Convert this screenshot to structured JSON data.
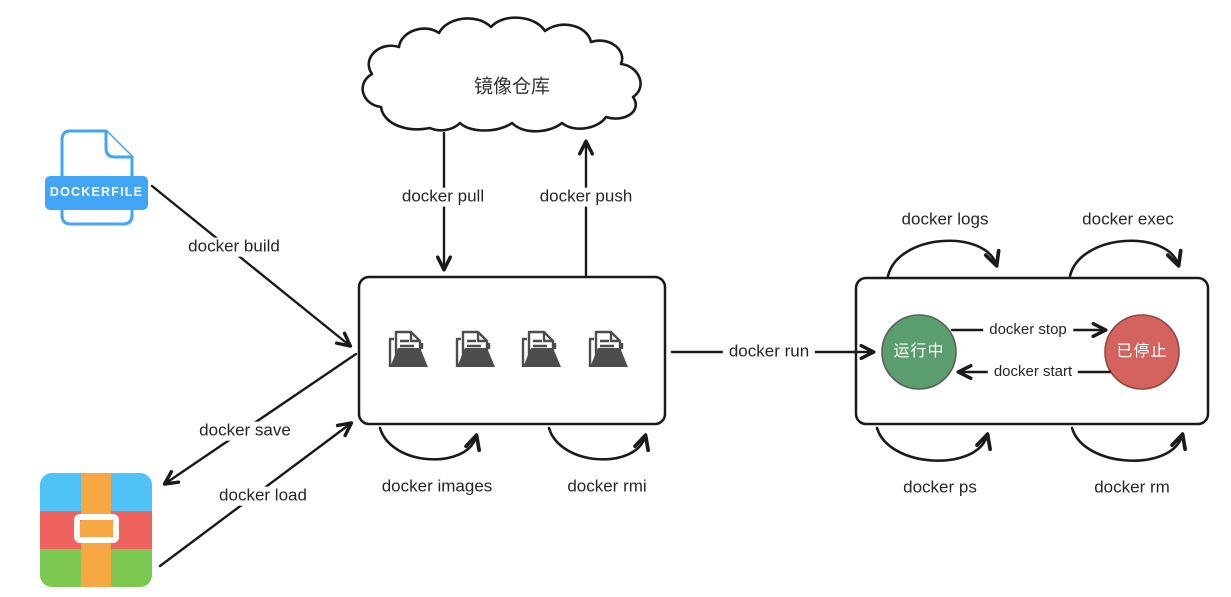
{
  "diagram": {
    "cloud_label": "镜像仓库",
    "dockerfile_banner": "DOCKERFILE"
  },
  "labels": {
    "pull": "docker pull",
    "push": "docker push",
    "build": "docker build",
    "save": "docker save",
    "load": "docker load",
    "run": "docker run",
    "images": "docker images",
    "rmi": "docker rmi",
    "logs": "docker logs",
    "exec": "docker exec",
    "stop": "docker stop",
    "start": "docker start",
    "ps": "docker ps",
    "rm": "docker rm"
  },
  "container_states": {
    "running": "运行中",
    "stopped": "已停止"
  },
  "colors": {
    "line": "#1a1a1a",
    "dockerfile_blue": "#42A5F5",
    "package_blue": "#4FC3F7",
    "package_red": "#F0625E",
    "package_green": "#7CC850",
    "package_orange": "#F7A843",
    "running_green": "#5A9E6E",
    "stopped_red": "#D4625D",
    "icon_gray": "#4d4d4d"
  }
}
